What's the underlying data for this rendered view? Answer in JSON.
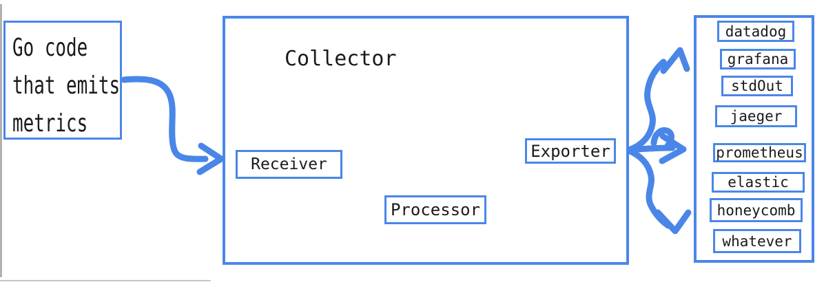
{
  "diagram": {
    "source": {
      "lines": [
        "Go code",
        "that emits",
        "metrics"
      ]
    },
    "collector": {
      "title": "Collector",
      "nodes": {
        "receiver": "Receiver",
        "processor": "Processor",
        "exporter": "Exporter"
      }
    },
    "backends": {
      "items": [
        "datadog",
        "grafana",
        "stdOut",
        "jaeger",
        "prometheus",
        "elastic",
        "honeycomb",
        "whatever"
      ]
    },
    "colors": {
      "accent_blue": "#4a86e8",
      "text_ink": "#1a1a1a",
      "window_edge_gray": "#b1b1b1",
      "background": "#ffffff"
    }
  }
}
